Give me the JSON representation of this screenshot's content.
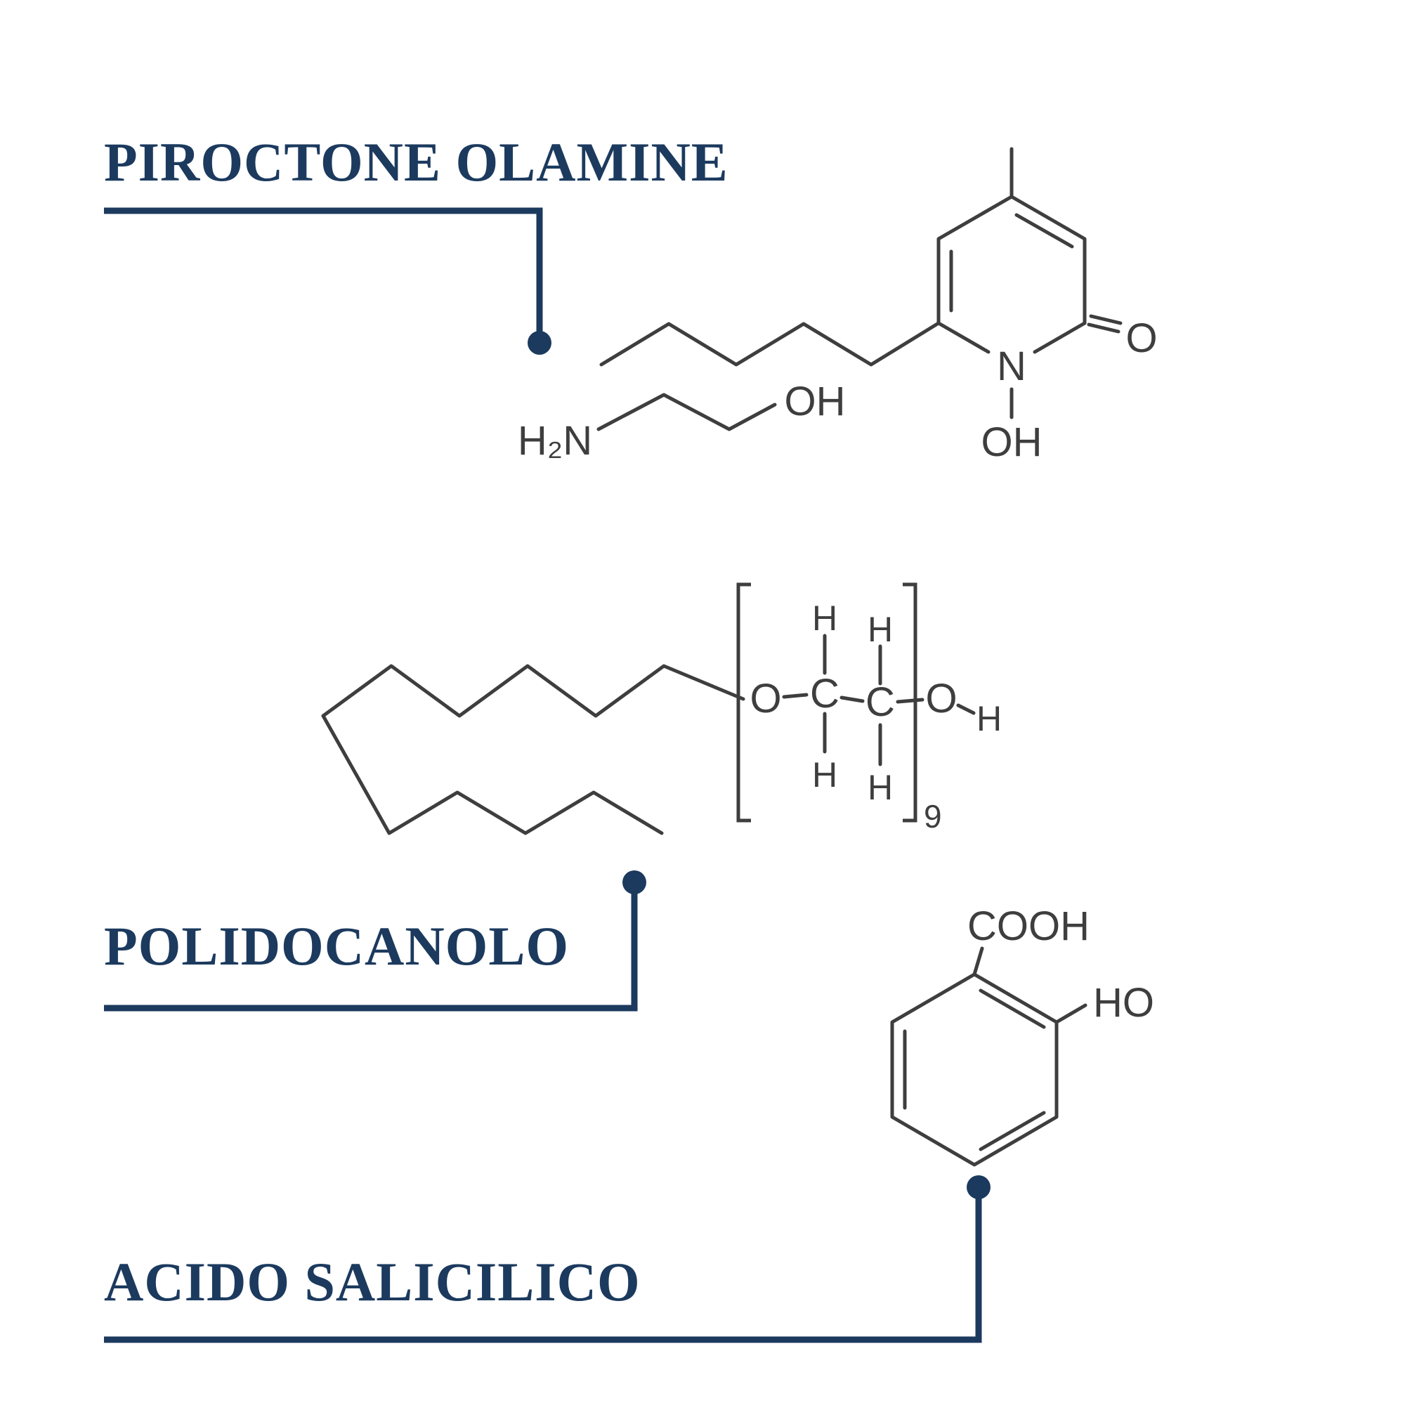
{
  "colors": {
    "accent_navy": "#1c3a5e",
    "structure_gray": "#3e3e3e",
    "background": "#ffffff"
  },
  "sections": [
    {
      "id": "piroctone",
      "label": "PIROCTONE OLAMINE"
    },
    {
      "id": "polidocanolo",
      "label": "POLIDOCANOLO"
    },
    {
      "id": "acido_salicilico",
      "label": "ACIDO SALICILICO"
    }
  ],
  "molecules": {
    "piroctone_olamine": {
      "atom_labels": {
        "ring_nitrogen": "N",
        "carbonyl_oxygen": "O",
        "n_hydroxyl": "OH",
        "olamine_amine": "H₂N",
        "olamine_hydroxyl": "OH"
      }
    },
    "polidocanolo": {
      "atom_labels": {
        "ether_oxygen": "O",
        "carbon_1": "C",
        "carbon_2": "C",
        "hydrogen": "H",
        "terminal_oxygen": "O",
        "terminal_hydrogen": "H",
        "repeat_count": "9"
      }
    },
    "salicylic_acid": {
      "atom_labels": {
        "carboxyl": "COOH",
        "hydroxyl": "HO"
      }
    }
  }
}
